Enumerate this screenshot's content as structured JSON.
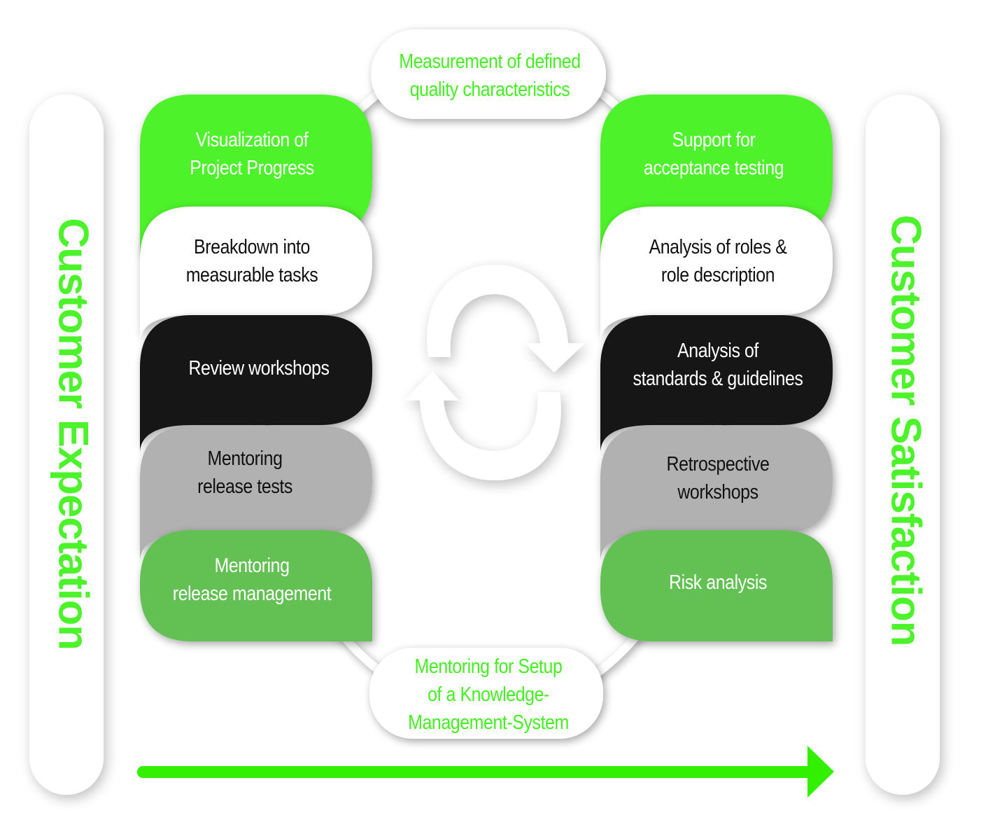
{
  "colors": {
    "bright_green": "#4ef22b",
    "mid_green": "#64c052",
    "black": "#141819",
    "gray": "#b1b1b1",
    "white": "#ffffff",
    "accent_text_green": "#44ee22",
    "arrow_green": "#33f000"
  },
  "side_labels": {
    "left": "Customer Expectation",
    "right": "Customer Satisfaction"
  },
  "top_bubble": {
    "lines": [
      "Measurement of defined",
      "quality characteristics"
    ]
  },
  "bottom_bubble": {
    "lines": [
      "Mentoring for Setup",
      "of a Knowledge-",
      "Management-System"
    ]
  },
  "left_stack": [
    {
      "lines": [
        "Visualization of",
        "Project Progress"
      ],
      "color": "bright_green"
    },
    {
      "lines": [
        "Breakdown into",
        "measurable tasks"
      ],
      "color": "white"
    },
    {
      "lines": [
        "Review workshops"
      ],
      "color": "black"
    },
    {
      "lines": [
        "Mentoring",
        "release tests"
      ],
      "color": "gray"
    },
    {
      "lines": [
        "Mentoring",
        "release management"
      ],
      "color": "mid_green"
    }
  ],
  "right_stack": [
    {
      "lines": [
        "Support for",
        "acceptance testing"
      ],
      "color": "bright_green"
    },
    {
      "lines": [
        "Analysis of roles &",
        "role description"
      ],
      "color": "white"
    },
    {
      "lines": [
        "Analysis of",
        "standards & guidelines"
      ],
      "color": "black"
    },
    {
      "lines": [
        "Retrospective",
        "workshops"
      ],
      "color": "gray"
    },
    {
      "lines": [
        "Risk analysis"
      ],
      "color": "mid_green"
    }
  ],
  "center_icon": "cycle-arrows-icon",
  "bottom_arrow_icon": "right-arrow-icon"
}
